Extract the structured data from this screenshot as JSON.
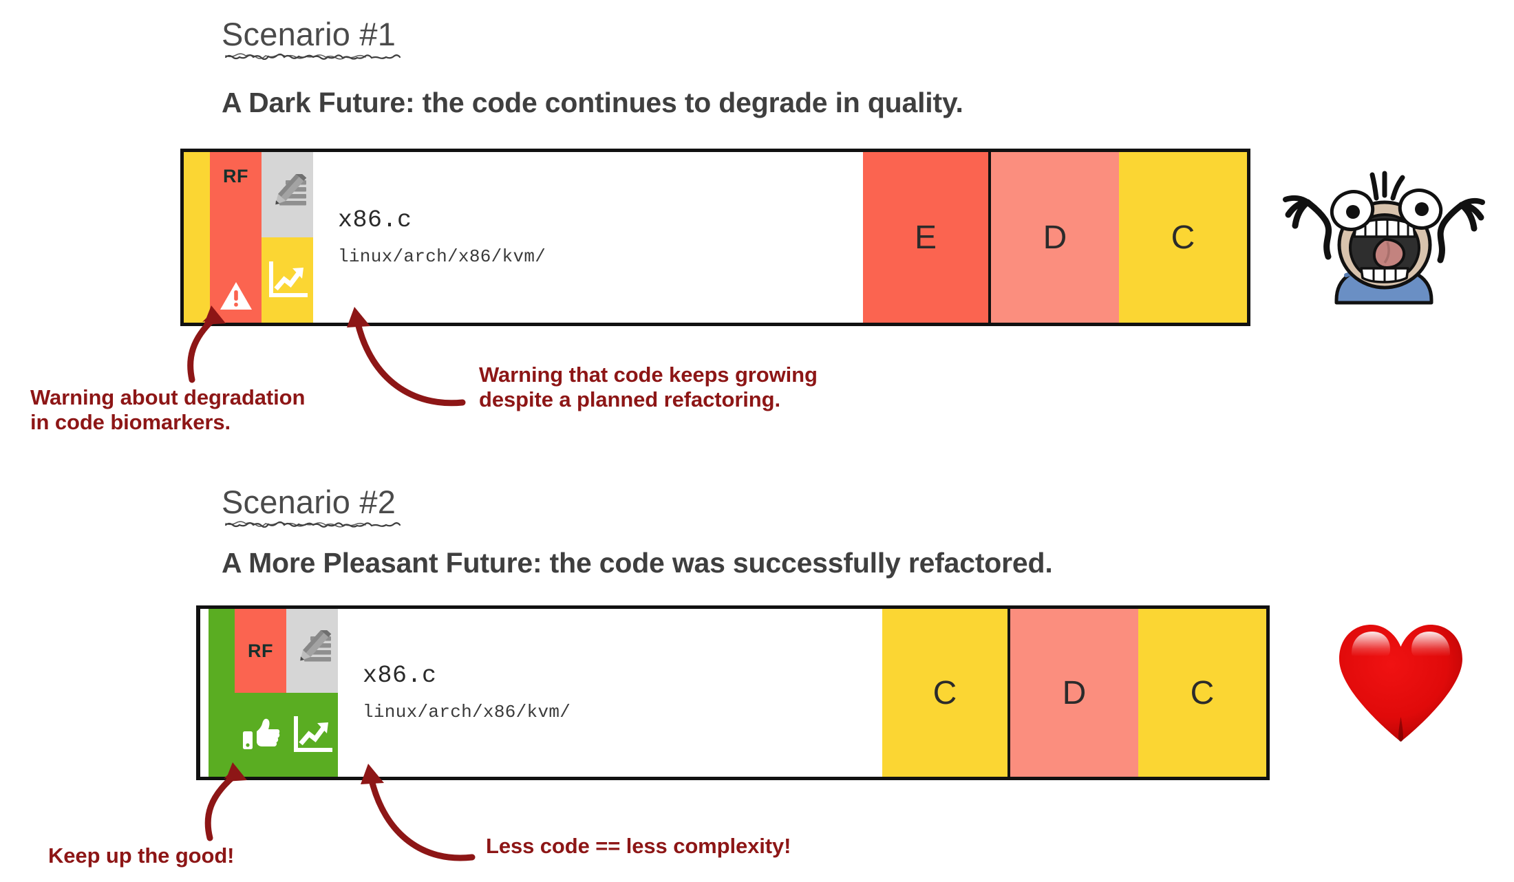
{
  "page": {
    "background": "#ffffff",
    "annotation_color": "#8d1616",
    "heading_color": "#4a4a4a",
    "subtitle_color": "#3f3f3f"
  },
  "palette": {
    "yellow": "#fbd633",
    "red": "#fb6450",
    "salmon": "#fb8e7e",
    "green": "#5aad22",
    "gray": "#d6d6d6",
    "pencil_gray": "#8f8f8f",
    "black": "#111111",
    "white": "#ffffff"
  },
  "scenarios": [
    {
      "heading": "Scenario #1",
      "subtitle": "A Dark Future: the code continues to degrade in quality.",
      "card": {
        "stripe_color": "#fbd633",
        "rf_label": "RF",
        "rf_color": "#fb6450",
        "pencil_cell_color": "#d6d6d6",
        "chart_cell_color": "#fbd633",
        "status_icon": "warning-triangle-icon",
        "status_icon_color": "#ffffff",
        "pencil_icon": "pencil-edit-icon",
        "trend_icon": "trend-up-chart-icon",
        "file_name": "x86.c",
        "file_path": "linux/arch/x86/kvm/",
        "grades": [
          {
            "letter": "E",
            "color": "#fb6450"
          },
          {
            "letter": "D",
            "color": "#fb8e7e"
          },
          {
            "letter": "C",
            "color": "#fbd633"
          }
        ]
      },
      "emoji": "screaming-face",
      "annotations": [
        {
          "text": "Warning about degradation\nin code biomarkers."
        },
        {
          "text": "Warning that code keeps growing\ndespite a planned refactoring."
        }
      ]
    },
    {
      "heading": "Scenario #2",
      "subtitle": "A More Pleasant Future: the code was successfully refactored.",
      "card": {
        "stripe_color": "#5aad22",
        "rf_label": "RF",
        "rf_color": "#fb6450",
        "pencil_cell_color": "#d6d6d6",
        "chart_cell_color": "#5aad22",
        "status_icon": "thumbs-up-icon",
        "status_icon_color": "#ffffff",
        "pencil_icon": "pencil-edit-icon",
        "trend_icon": "trend-up-chart-icon",
        "file_name": "x86.c",
        "file_path": "linux/arch/x86/kvm/",
        "grades": [
          {
            "letter": "C",
            "color": "#fbd633"
          },
          {
            "letter": "D",
            "color": "#fb8e7e"
          },
          {
            "letter": "C",
            "color": "#fbd633"
          }
        ]
      },
      "emoji": "red-heart",
      "annotations": [
        {
          "text": "Keep up the good!"
        },
        {
          "text": "Less code == less complexity!"
        }
      ]
    }
  ]
}
